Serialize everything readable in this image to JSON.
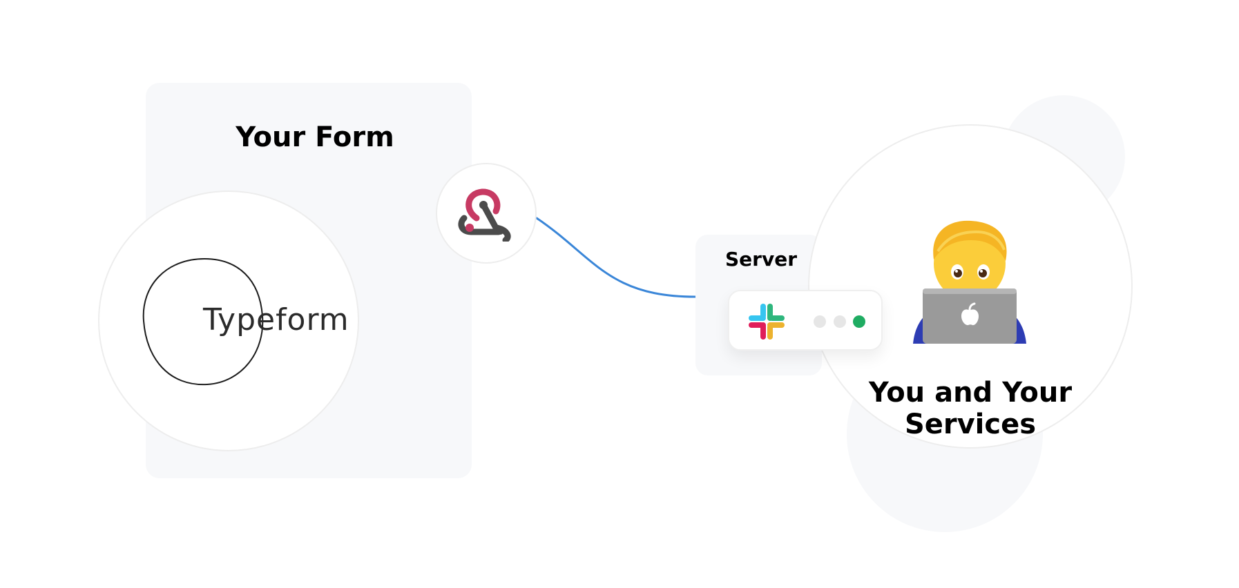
{
  "form": {
    "title": "Your Form",
    "brand": "Typeform"
  },
  "server": {
    "label": "Server"
  },
  "user": {
    "label": "You and Your Services"
  },
  "icons": {
    "webhook": "webhook-icon",
    "slack": "slack-icon",
    "user": "technologist-emoji"
  },
  "colors": {
    "connector": "#3a86d8",
    "webhook_red": "#c73a63",
    "webhook_dark": "#4b4b4b",
    "status_inactive": "#e6e6e6",
    "status_active": "#1fac62",
    "slack_blue": "#36c5f0",
    "slack_green": "#2eb67d",
    "slack_yellow": "#ecb22e",
    "slack_red": "#e01e5a"
  },
  "status_dots": [
    {
      "state": "inactive"
    },
    {
      "state": "inactive"
    },
    {
      "state": "active"
    }
  ]
}
